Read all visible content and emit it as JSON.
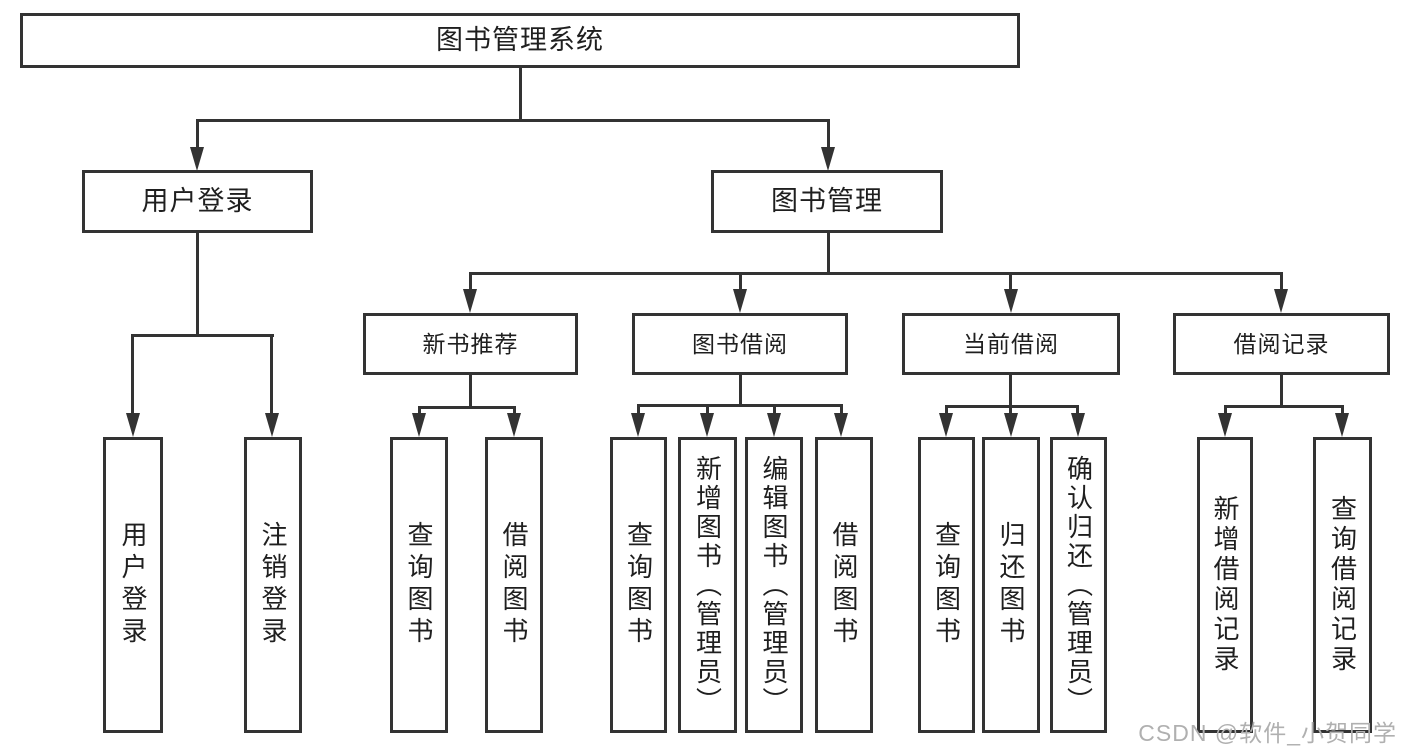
{
  "diagram": {
    "title": "图书管理系统",
    "type": "hierarchy-tree",
    "colors": {
      "line": "#333333",
      "border": "#333333",
      "text": "#1f1f1f",
      "background": "#ffffff",
      "watermark": "#b0b0b0"
    },
    "watermark": "CSDN @软件_小贺同学",
    "nodes": {
      "root": {
        "label": "图书管理系统"
      },
      "user_login": {
        "label": "用户登录"
      },
      "book_mgmt": {
        "label": "图书管理"
      },
      "new_book_rec": {
        "label": "新书推荐"
      },
      "book_borrow": {
        "label": "图书借阅"
      },
      "current_borrow": {
        "label": "当前借阅"
      },
      "borrow_records": {
        "label": "借阅记录"
      },
      "ul_user_login": {
        "label": "用户登录"
      },
      "ul_logout": {
        "label": "注销登录"
      },
      "nb_query_books": {
        "label": "查询图书"
      },
      "nb_borrow_books": {
        "label": "借阅图书"
      },
      "bb_query_books": {
        "label": "查询图书"
      },
      "bb_add_books": {
        "label": "新增图书（管理员）"
      },
      "bb_edit_books": {
        "label": "编辑图书（管理员）"
      },
      "bb_borrow_books": {
        "label": "借阅图书"
      },
      "cb_query_books": {
        "label": "查询图书"
      },
      "cb_return_books": {
        "label": "归还图书"
      },
      "cb_confirm_return": {
        "label": "确认归还（管理员）"
      },
      "br_add_record": {
        "label": "新增借阅记录"
      },
      "br_query_record": {
        "label": "查询借阅记录"
      }
    },
    "edges": [
      "root->user_login",
      "root->book_mgmt",
      "user_login->ul_user_login",
      "user_login->ul_logout",
      "book_mgmt->new_book_rec",
      "book_mgmt->book_borrow",
      "book_mgmt->current_borrow",
      "book_mgmt->borrow_records",
      "new_book_rec->nb_query_books",
      "new_book_rec->nb_borrow_books",
      "book_borrow->bb_query_books",
      "book_borrow->bb_add_books",
      "book_borrow->bb_edit_books",
      "book_borrow->bb_borrow_books",
      "current_borrow->cb_query_books",
      "current_borrow->cb_return_books",
      "current_borrow->cb_confirm_return",
      "borrow_records->br_add_record",
      "borrow_records->br_query_record"
    ]
  }
}
